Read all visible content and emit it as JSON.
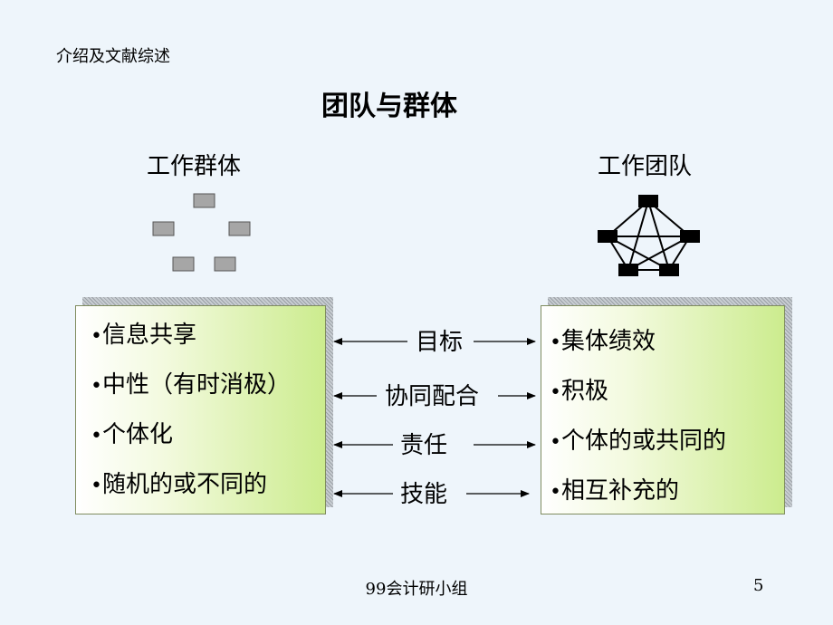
{
  "header": {
    "text": "介绍及文献综述"
  },
  "slide": {
    "title": "团队与群体"
  },
  "left": {
    "title": "工作群体",
    "bullet": "•",
    "items": [
      "信息共享",
      "中性（有时消极）",
      "个体化",
      "随机的或不同的"
    ]
  },
  "right": {
    "title": "工作团队",
    "bullet": "•",
    "items": [
      "集体绩效",
      "积极",
      "个体的或共同的",
      "相互补充的"
    ]
  },
  "middle": {
    "labels": [
      "目标",
      "协同配合",
      "责任",
      "技能"
    ]
  },
  "footer": {
    "text": "99会计研小组",
    "page": "5"
  },
  "colors": {
    "box_gradient_end": "#ccec8e",
    "background": "#eef5fb",
    "node_gray": "#a6a6a6",
    "node_black": "#000000"
  }
}
